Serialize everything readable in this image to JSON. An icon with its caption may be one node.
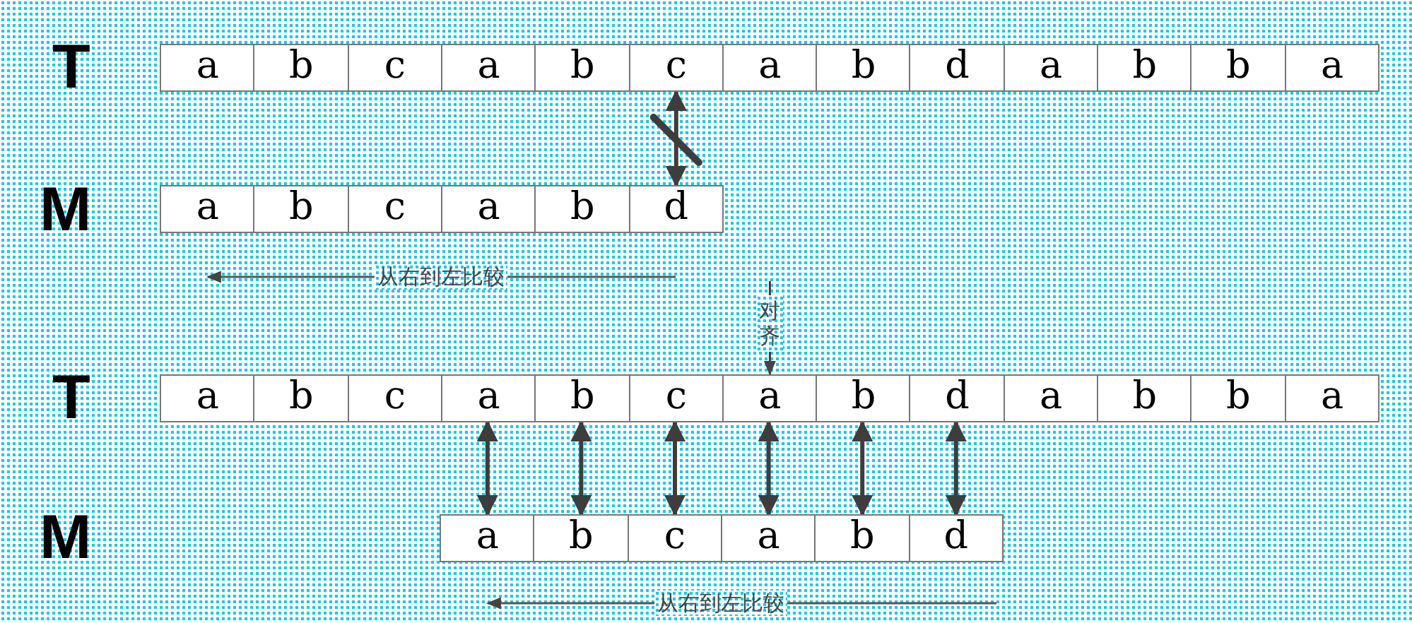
{
  "diagram": {
    "nodes": [
      {
        "text": [
          "a"
        ]
      },
      {
        "text": [
          "b"
        ]
      },
      {
        "text": [
          "c"
        ]
      },
      {
        "text": [
          "a"
        ]
      },
      {
        "text": [
          "b"
        ]
      },
      {
        "text": [
          "c"
        ]
      },
      {
        "text": [
          "a"
        ]
      },
      {
        "text": [
          "b"
        ]
      },
      {
        "text": [
          "d"
        ]
      },
      {
        "text": [
          "a"
        ]
      },
      {
        "text": [
          "b"
        ]
      },
      {
        "text": [
          "b"
        ]
      },
      {
        "text": [
          "a"
        ]
      },
      {
        "text": [
          "a"
        ]
      },
      {
        "text": [
          "b"
        ]
      },
      {
        "text": [
          "c"
        ]
      },
      {
        "text": [
          "a"
        ]
      },
      {
        "text": [
          "b"
        ]
      },
      {
        "text": [
          "d"
        ]
      },
      {
        "text": [
          "a"
        ]
      },
      {
        "text": [
          "b"
        ]
      },
      {
        "text": [
          "c"
        ]
      },
      {
        "text": [
          "a"
        ]
      },
      {
        "text": [
          "b"
        ]
      },
      {
        "text": [
          "c"
        ]
      },
      {
        "text": [
          "a"
        ]
      },
      {
        "text": [
          "b"
        ]
      },
      {
        "text": [
          "d"
        ]
      },
      {
        "text": [
          "a"
        ]
      },
      {
        "text": [
          "b"
        ]
      },
      {
        "text": [
          "b"
        ]
      },
      {
        "text": [
          "a"
        ]
      },
      {
        "text": [
          "a"
        ]
      },
      {
        "text": [
          "b"
        ]
      },
      {
        "text": [
          "c"
        ]
      },
      {
        "text": [
          "a"
        ]
      },
      {
        "text": [
          "b"
        ]
      },
      {
        "text": [
          "d"
        ]
      }
    ],
    "edges": [
      {
        "from": 5,
        "to": 18,
        "arrow": "both"
      },
      {
        "from": null,
        "to": 25,
        "arrow": "to",
        "label": "对齐"
      },
      {
        "from": 22,
        "to": 32,
        "arrow": "both"
      },
      {
        "from": 23,
        "to": 33,
        "arrow": "both"
      },
      {
        "from": 24,
        "to": 34,
        "arrow": "both"
      },
      {
        "from": 25,
        "to": 35,
        "arrow": "both"
      },
      {
        "from": 26,
        "to": 36,
        "arrow": "both"
      },
      {
        "from": 27,
        "to": 37,
        "arrow": "both"
      }
    ],
    "labels": [
      "T",
      "M",
      "从右到左比较",
      "T",
      "M",
      "从右到左比较"
    ]
  }
}
